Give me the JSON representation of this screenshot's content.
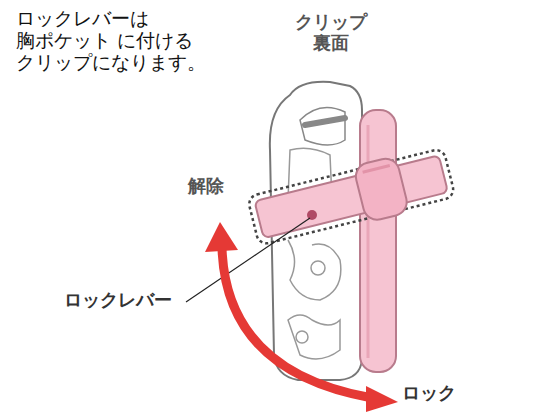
{
  "diagram": {
    "labels": [
      "ロックレバーは 胸ポケット に付ける クリップになります。",
      "クリップ 裏面",
      "解除",
      "ロックレバー",
      "ロック"
    ]
  }
}
